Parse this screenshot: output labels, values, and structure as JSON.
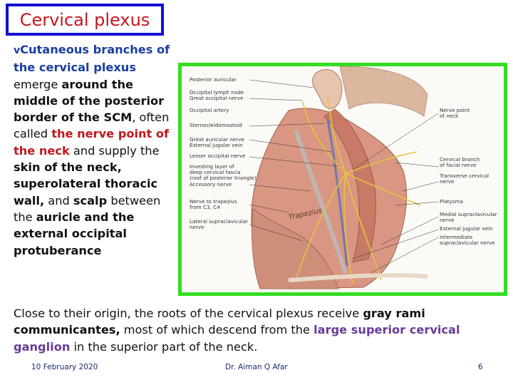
{
  "title": "Cervical plexus",
  "left_text": {
    "bullet": "v",
    "p1": "Cutaneous branches of the cervical plexus",
    "p2": " emerge ",
    "p3": "around the middle of the posterior border of the SCM",
    "p4": ", often called ",
    "p5": "the nerve point of the neck",
    "p6": " and supply the ",
    "p7": "skin of the neck, superolateral thoracic wall,",
    "p8": " and ",
    "p9": "scalp",
    "p10": " between the ",
    "p11": "auricle and the external occipital protuberance"
  },
  "figure": {
    "left_labels": [
      "Posterior auricular",
      "Occipital lymph node",
      "Great occipital nerve",
      "Occipital artery",
      "Sternocleidomastoid",
      "Great auricular nerve",
      "External jugular vein",
      "Lesser occipital nerve",
      "Investing layer of",
      "deep cervical fascia",
      "(roof of posterior triangle)",
      "Accessory nerve",
      "Nerve to trapezius",
      "from C3, C4",
      "Lateral supraclavicular",
      "nerve"
    ],
    "right_labels": [
      "Nerve point",
      "of neck",
      "Cervical branch",
      "of facial nerve",
      "Transverse cervical",
      "nerve",
      "Platysma",
      "Medial supraclavicular",
      "nerve",
      "External jugular vein",
      "Intermediate",
      "supraclavicular nerve"
    ],
    "trapezius": "Trapezius"
  },
  "bottom_text": {
    "b1": "Close to their origin, the roots of the cervical plexus receive ",
    "b2": "gray rami communicantes,",
    "b3": " most of which descend from the ",
    "b4": "large superior cervical ganglion",
    "b5": " in the superior part of the neck."
  },
  "footer": {
    "date": "10 February 2020",
    "author": "Dr. Aiman Q Afar",
    "page": "6"
  }
}
